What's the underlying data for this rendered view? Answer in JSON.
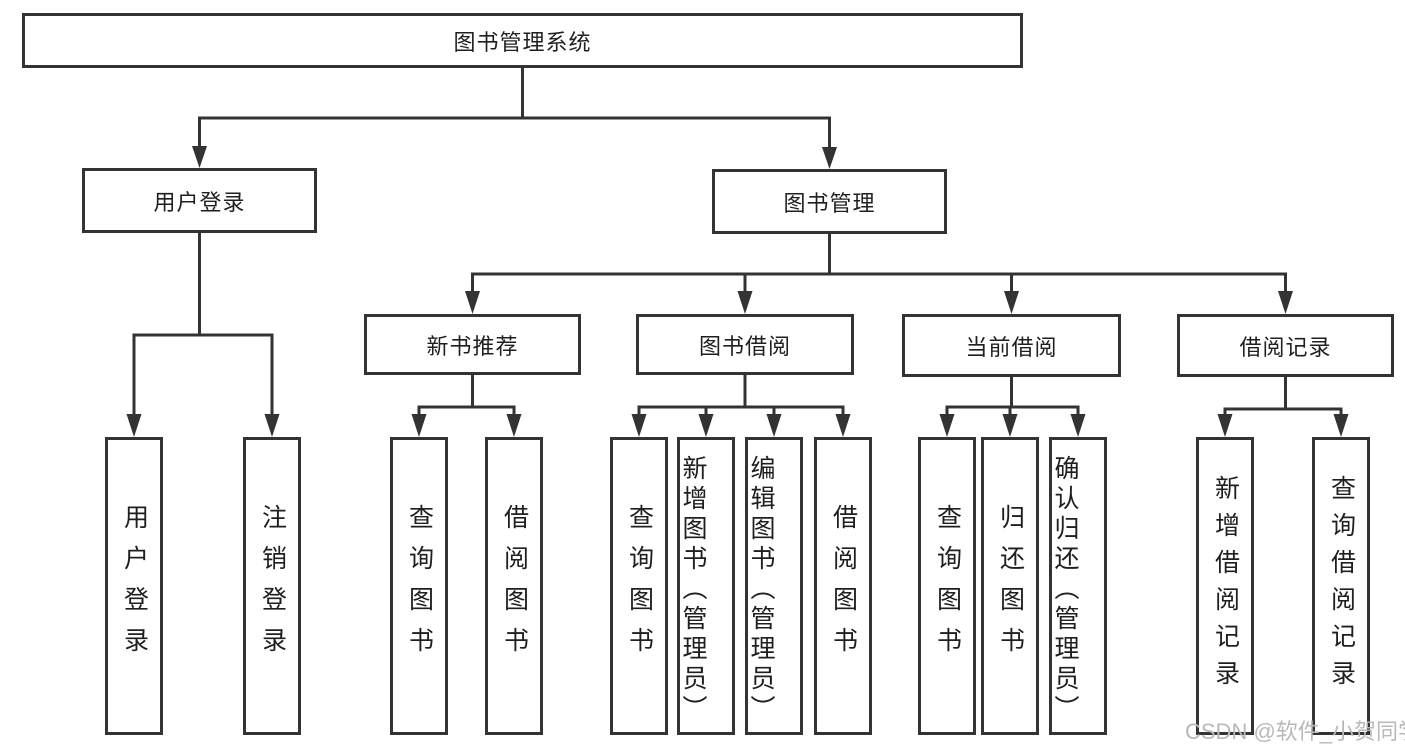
{
  "diagram": {
    "type": "hierarchy-tree",
    "colors": {
      "line": "#333333",
      "box_fill": "#ffffff",
      "text": "#1f1f1f",
      "watermark": "#b9b9b9"
    },
    "nodes": {
      "root": "图书管理系统",
      "user_login": "用户登录",
      "book_mgmt": "图书管理",
      "new_book_rec": "新书推荐",
      "book_borrow": "图书借阅",
      "current_borrow": "当前借阅",
      "borrow_records": "借阅记录",
      "ul_user_login": "用户登录",
      "ul_logout": "注销登录",
      "nb_query": "查询图书",
      "nb_borrow": "借阅图书",
      "bb_query": "查询图书",
      "bb_add": "新增图书（管理员）",
      "bb_edit": "编辑图书（管理员）",
      "bb_borrow": "借阅图书",
      "cb_query": "查询图书",
      "cb_return": "归还图书",
      "cb_confirm": "确认归还（管理员）",
      "br_add": "新增借阅记录",
      "br_query": "查询借阅记录"
    },
    "edges": [
      [
        "图书管理系统",
        "用户登录"
      ],
      [
        "图书管理系统",
        "图书管理"
      ],
      [
        "用户登录",
        "用户登录"
      ],
      [
        "用户登录",
        "注销登录"
      ],
      [
        "图书管理",
        "新书推荐"
      ],
      [
        "图书管理",
        "图书借阅"
      ],
      [
        "图书管理",
        "当前借阅"
      ],
      [
        "图书管理",
        "借阅记录"
      ],
      [
        "新书推荐",
        "查询图书"
      ],
      [
        "新书推荐",
        "借阅图书"
      ],
      [
        "图书借阅",
        "查询图书"
      ],
      [
        "图书借阅",
        "新增图书（管理员）"
      ],
      [
        "图书借阅",
        "编辑图书（管理员）"
      ],
      [
        "图书借阅",
        "借阅图书"
      ],
      [
        "当前借阅",
        "查询图书"
      ],
      [
        "当前借阅",
        "归还图书"
      ],
      [
        "当前借阅",
        "确认归还（管理员）"
      ],
      [
        "借阅记录",
        "新增借阅记录"
      ],
      [
        "借阅记录",
        "查询借阅记录"
      ]
    ],
    "watermark": "CSDN @软件_小贺同学"
  }
}
